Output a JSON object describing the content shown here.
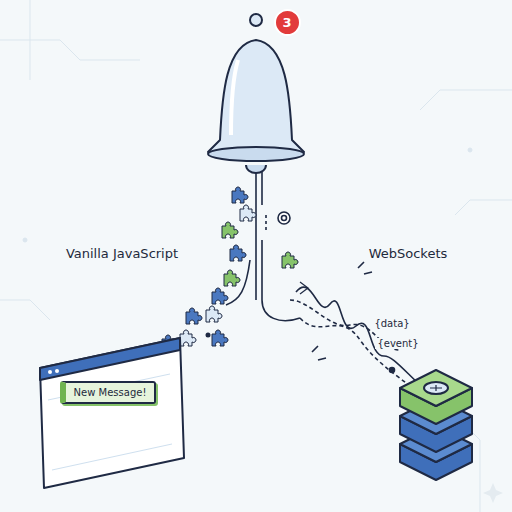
{
  "diagram": {
    "nodes": [
      {
        "text": [
          "3"
        ]
      },
      {
        "text": [
          "New Message!"
        ]
      }
    ],
    "labels": [
      "Vanilla JavaScript",
      "WebSockets",
      "{data}",
      "{event}"
    ]
  }
}
